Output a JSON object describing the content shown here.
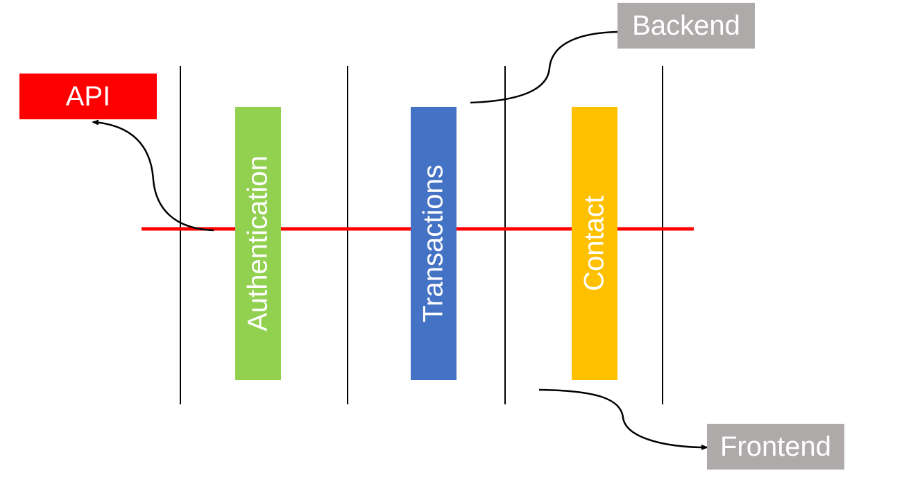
{
  "labels": {
    "api": "API",
    "backend": "Backend",
    "frontend": "Frontend"
  },
  "modules": [
    {
      "label": "Authentication",
      "color": "#92d050"
    },
    {
      "label": "Transactions",
      "color": "#4472c4"
    },
    {
      "label": "Contact",
      "color": "#ffc000"
    }
  ],
  "colors": {
    "api_box": "#ff0000",
    "layer_box": "#aeaaaa",
    "api_line": "#ff0000",
    "divider_line": "#000000",
    "arrow": "#000000"
  }
}
